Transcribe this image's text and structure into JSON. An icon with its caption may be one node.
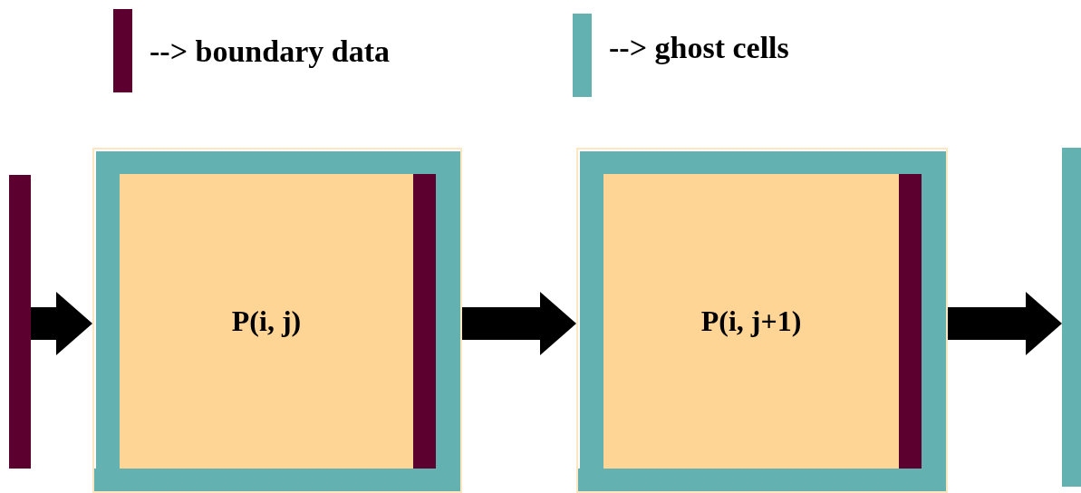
{
  "diagram": {
    "nodes": [
      {
        "text": [],
        "shape": "bar"
      },
      {
        "text": [
          "P(i, j)"
        ]
      },
      {
        "text": [
          "P(i, j+1)"
        ]
      },
      {
        "text": [],
        "shape": "bar"
      }
    ],
    "edges": [
      {
        "from": 0,
        "to": 1,
        "arrow": "to"
      },
      {
        "from": 1,
        "to": 2,
        "arrow": "to"
      },
      {
        "from": 2,
        "to": 3,
        "arrow": "to"
      }
    ],
    "legend": [
      {
        "text": "--> boundary data",
        "color": "#5c0030"
      },
      {
        "text": "--> ghost cells",
        "color": "#63b1b0"
      }
    ]
  }
}
